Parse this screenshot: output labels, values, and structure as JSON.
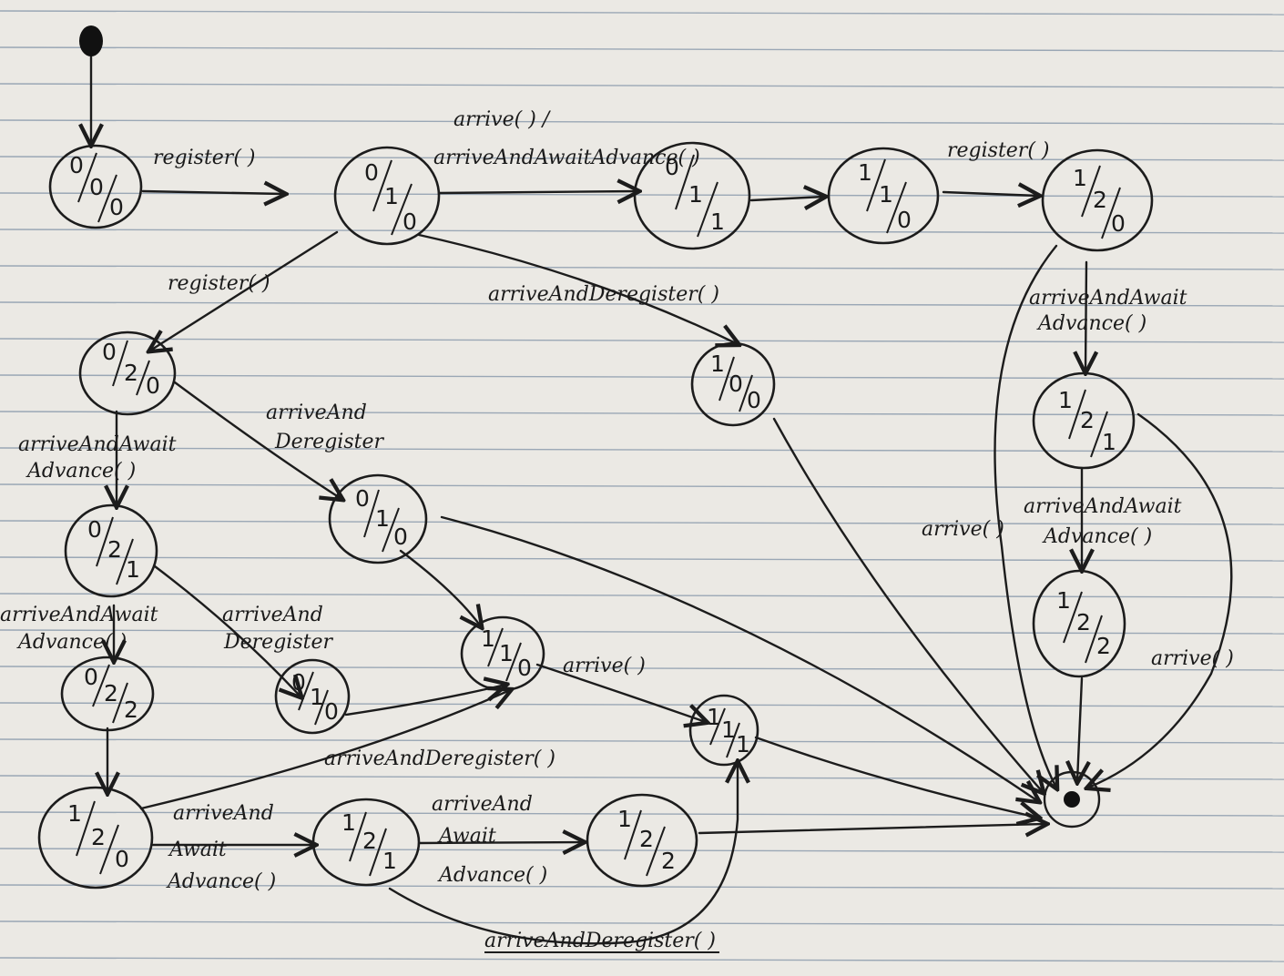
{
  "states": [
    {
      "id": "s000",
      "a": "0",
      "b": "0",
      "c": "0"
    },
    {
      "id": "s010",
      "a": "0",
      "b": "1",
      "c": "0"
    },
    {
      "id": "s011",
      "a": "0",
      "b": "1",
      "c": "1"
    },
    {
      "id": "s110",
      "a": "1",
      "b": "1",
      "c": "0"
    },
    {
      "id": "s120",
      "a": "1",
      "b": "2",
      "c": "0"
    },
    {
      "id": "s020",
      "a": "0",
      "b": "2",
      "c": "0"
    },
    {
      "id": "s100",
      "a": "1",
      "b": "0",
      "c": "0"
    },
    {
      "id": "s121r",
      "a": "1",
      "b": "2",
      "c": "1"
    },
    {
      "id": "s021",
      "a": "0",
      "b": "2",
      "c": "1"
    },
    {
      "id": "s010b",
      "a": "0",
      "b": "1",
      "c": "0"
    },
    {
      "id": "s122r",
      "a": "1",
      "b": "2",
      "c": "2"
    },
    {
      "id": "s022",
      "a": "0",
      "b": "2",
      "c": "2"
    },
    {
      "id": "s011b",
      "a": "0",
      "b": "1",
      "c": "0"
    },
    {
      "id": "s110b",
      "a": "1",
      "b": "1",
      "c": "0"
    },
    {
      "id": "s111",
      "a": "1",
      "b": "1",
      "c": "1"
    },
    {
      "id": "s120b",
      "a": "1",
      "b": "2",
      "c": "0"
    },
    {
      "id": "s121b",
      "a": "1",
      "b": "2",
      "c": "1"
    },
    {
      "id": "s122b",
      "a": "1",
      "b": "2",
      "c": "2"
    }
  ],
  "edge_labels": {
    "l1": "register( )",
    "l2a": "arrive( ) /",
    "l2b": "arriveAndAwaitAdvance( )",
    "l3": "register( )",
    "l4": "register( )",
    "l5": "arriveAndDeregister( )",
    "l6a": "arriveAndAwait",
    "l6b": "Advance( )",
    "l7a": "arriveAnd",
    "l7b": "Deregister",
    "l8a": "arriveAndAwait",
    "l8b": "Advance( )",
    "l9a": "arriveAndAwait",
    "l9b": "Advance( )",
    "l10": "arrive( )",
    "l11a": "arriveAndAwait",
    "l11b": "Advance( )",
    "l12a": "arriveAnd",
    "l12b": "Deregister",
    "l13": "arrive( )",
    "l14": "arrive( )",
    "l15": "arriveAndDeregister( )",
    "l16a": "arriveAnd",
    "l16b": "Await",
    "l16c": "Advance( )",
    "l17a": "arriveAnd",
    "l17b": "Await",
    "l17c": "Advance( )",
    "l18": "arriveAndDeregister( )"
  },
  "colors": {
    "ink": "#1c1c1c",
    "paper": "#ebe9e4",
    "rule": "#9aa7b5"
  }
}
